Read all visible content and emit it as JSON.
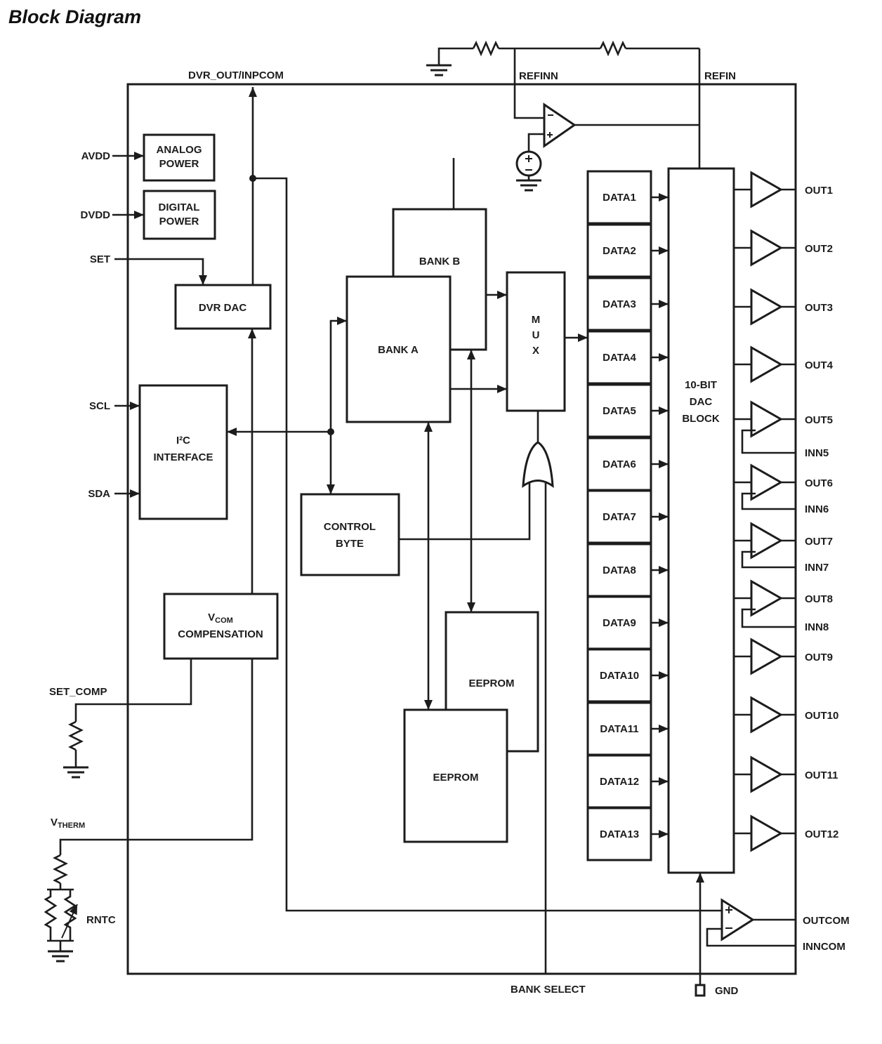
{
  "title": "Block Diagram",
  "colors": {
    "line": "#1c1c1c",
    "background": "#ffffff"
  },
  "pins": {
    "dvr_out": "DVR_OUT/INPCOM",
    "refinn": "REFINN",
    "refin": "REFIN",
    "avdd": "AVDD",
    "dvdd": "DVDD",
    "set": "SET",
    "scl": "SCL",
    "sda": "SDA",
    "set_comp": "SET_COMP",
    "v_prefix": "V",
    "therm_sub": "THERM",
    "rntc": "RNTC",
    "bank_select": "BANK SELECT",
    "gnd": "GND",
    "outcom": "OUTCOM",
    "inncom": "INNCOM"
  },
  "blocks": {
    "analog_power": [
      "ANALOG",
      "POWER"
    ],
    "digital_power": [
      "DIGITAL",
      "POWER"
    ],
    "dvr_dac": "DVR DAC",
    "i2c": [
      "I²C",
      "INTERFACE"
    ],
    "vcom": {
      "prefix": "V",
      "sub": "COM",
      "line2": "COMPENSATION"
    },
    "control_byte": [
      "CONTROL",
      "BYTE"
    ],
    "bank_a": "BANK A",
    "bank_b": "BANK B",
    "mux": [
      "M",
      "U",
      "X"
    ],
    "eeprom_back": "EEPROM",
    "eeprom_front": "EEPROM",
    "dac": [
      "10-BIT",
      "DAC",
      "BLOCK"
    ]
  },
  "data_registers": [
    "DATA1",
    "DATA2",
    "DATA3",
    "DATA4",
    "DATA5",
    "DATA6",
    "DATA7",
    "DATA8",
    "DATA9",
    "DATA10",
    "DATA11",
    "DATA12",
    "DATA13"
  ],
  "outputs": [
    "OUT1",
    "OUT2",
    "OUT3",
    "OUT4",
    "OUT5",
    "OUT6",
    "OUT7",
    "OUT8",
    "OUT9",
    "OUT10",
    "OUT11",
    "OUT12"
  ],
  "inn_pins": [
    "INN5",
    "INN6",
    "INN7",
    "INN8"
  ]
}
